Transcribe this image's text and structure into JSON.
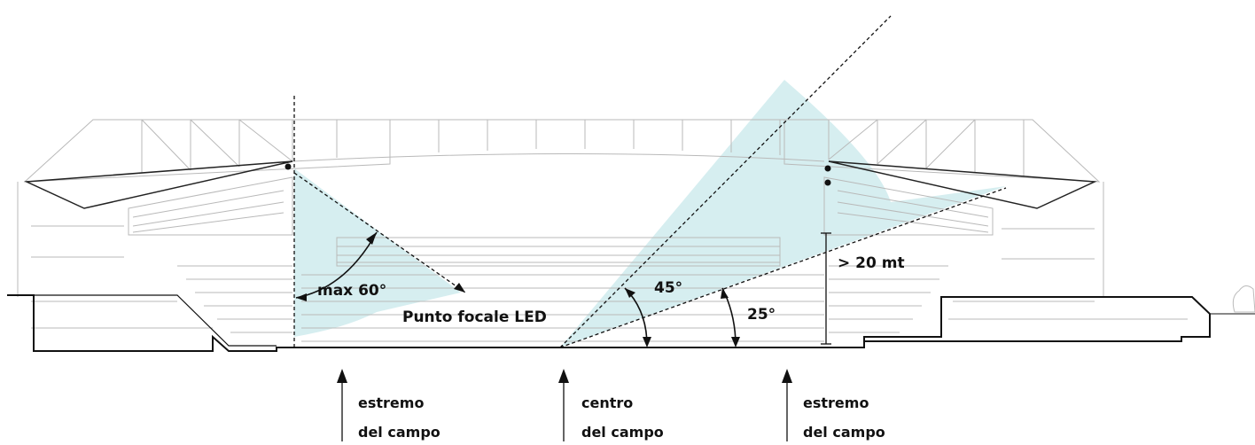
{
  "labels": {
    "max_angle": "max 60°",
    "focal_point": "Punto focale LED",
    "angle_45": "45°",
    "angle_25": "25°",
    "height": "> 20 mt"
  },
  "markers": [
    {
      "line1": "estremo",
      "line2": "del campo"
    },
    {
      "line1": "centro",
      "line2": "del campo"
    },
    {
      "line1": "estremo",
      "line2": "del campo"
    }
  ],
  "colors": {
    "cone": "#d6eef0",
    "structure": "#b9b9b9",
    "ink": "#111111"
  }
}
